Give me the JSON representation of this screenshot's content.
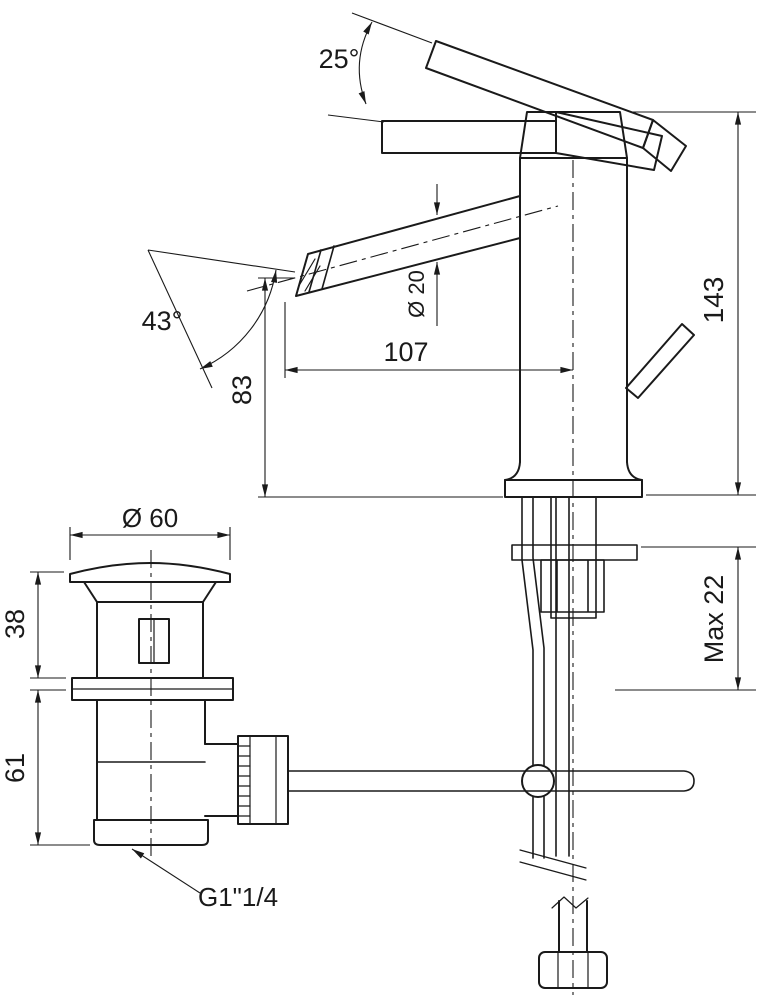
{
  "dimensions": {
    "handle_angle": "25°",
    "spout_swivel_angle": "43°",
    "spout_diameter": "Ø 20",
    "spout_reach": "107",
    "spout_height": "83",
    "overall_height": "143",
    "max_deck_thickness": "Max 22",
    "waste_flange_diameter": "Ø 60",
    "waste_upper_height": "38",
    "waste_body_height": "61",
    "waste_thread": "G1\"1/4"
  },
  "colors": {
    "ink": "#1a1a1a",
    "paper": "#ffffff"
  }
}
